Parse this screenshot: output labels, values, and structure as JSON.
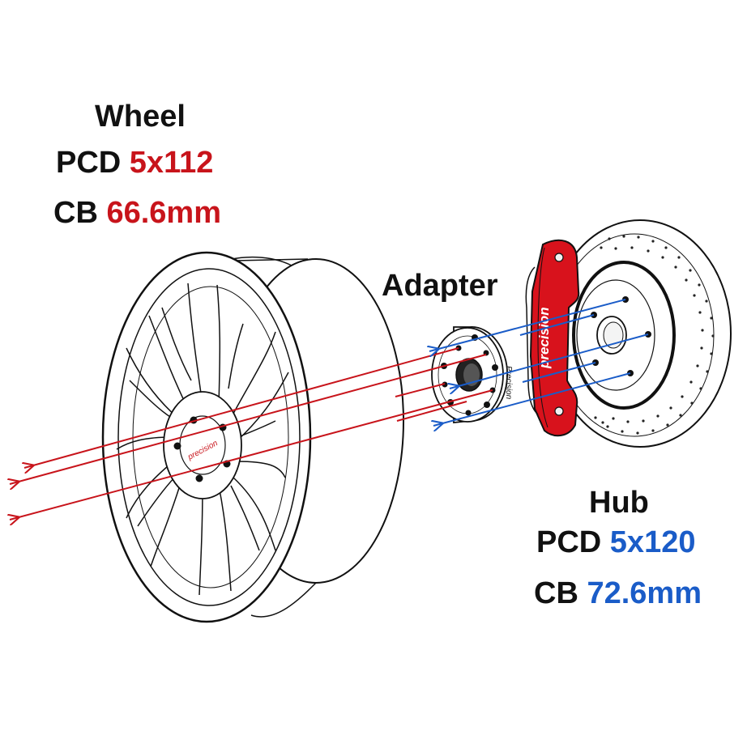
{
  "wheel": {
    "title": "Wheel",
    "pcd_label": "PCD",
    "pcd_value": "5x112",
    "cb_label": "CB",
    "cb_value": "66.6mm"
  },
  "adapter": {
    "title": "Adapter"
  },
  "hub": {
    "title": "Hub",
    "pcd_label": "PCD",
    "pcd_value": "5x120",
    "cb_label": "CB",
    "cb_value": "72.6mm"
  },
  "brand": {
    "wheel_cap": "precision",
    "adapter_text": "Precision",
    "caliper_text": "precision"
  },
  "colors": {
    "wheel_accent": "#c8141b",
    "hub_accent": "#1a5cc8",
    "caliper": "#d8121c",
    "outline": "#111111"
  }
}
